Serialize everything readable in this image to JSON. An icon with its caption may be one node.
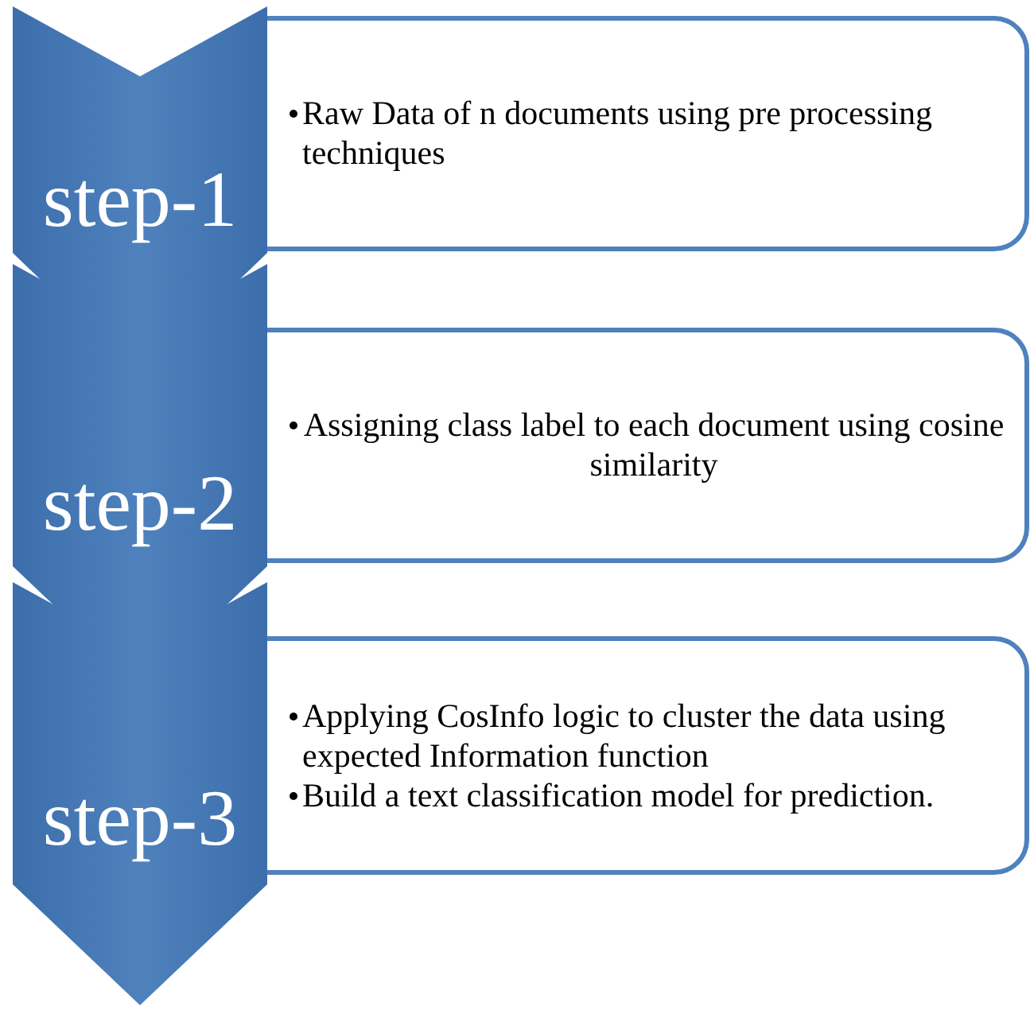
{
  "diagram": {
    "nodes": [
      {
        "text": [
          "step-1"
        ]
      },
      {
        "text": [
          "Raw Data of n documents using pre processing techniques"
        ]
      },
      {
        "text": [
          "step-2"
        ]
      },
      {
        "text": [
          "Assigning class label to each document using cosine similarity"
        ]
      },
      {
        "text": [
          "step-3"
        ]
      },
      {
        "text": [
          "Applying CosInfo logic to cluster the data using expected Information function",
          "Build a text classification model for prediction."
        ]
      }
    ]
  }
}
